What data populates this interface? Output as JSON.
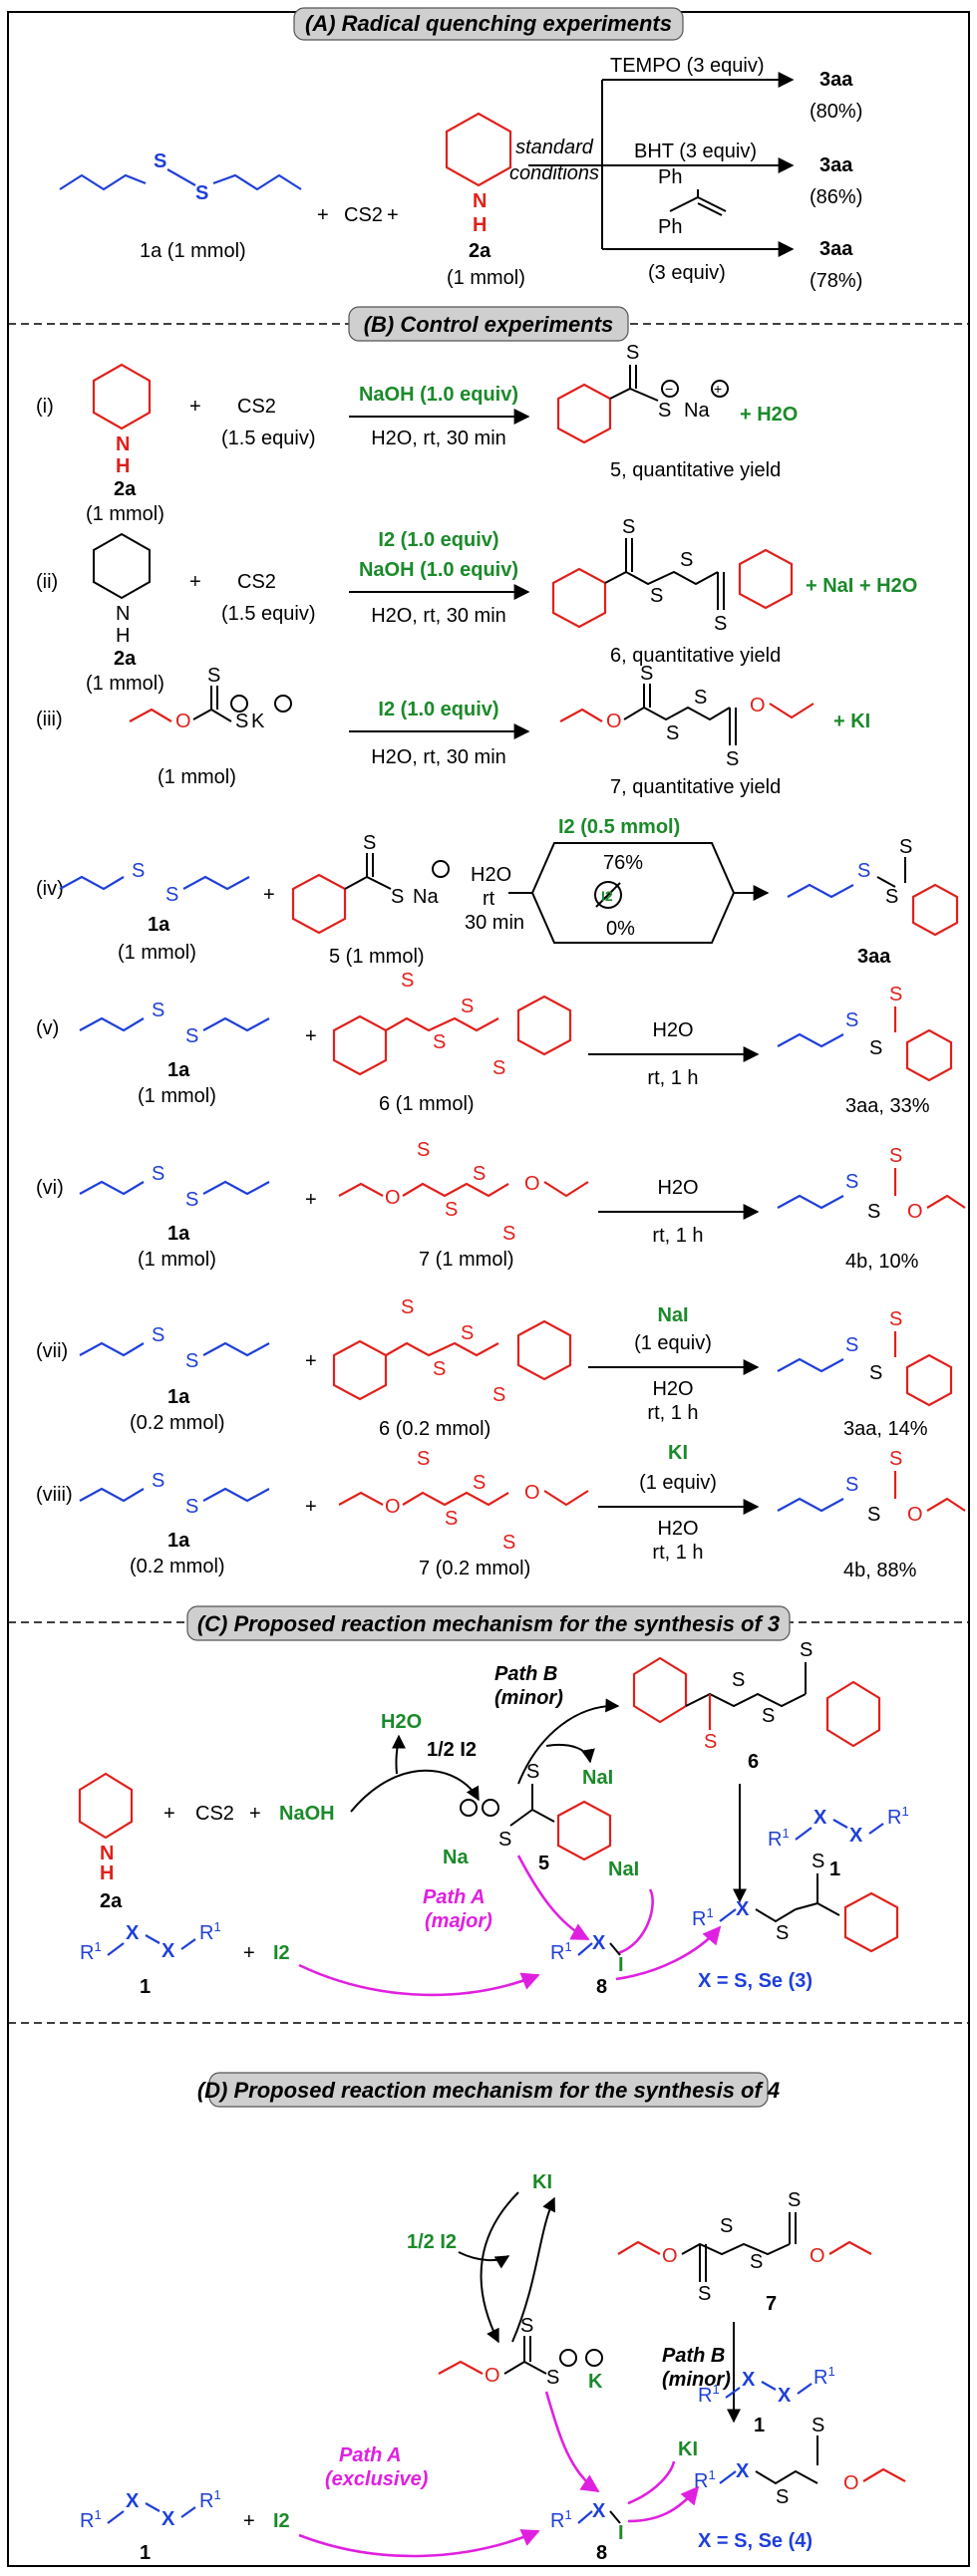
{
  "sections": {
    "A": {
      "title": "(A) Radical quenching experiments",
      "reactant1": "1a (1 mmol)",
      "plus": "+",
      "cs2": "CS2",
      "reactant2_label": "2a",
      "reactant2_amount": "(1 mmol)",
      "conditions_line1": "standard",
      "conditions_line2": "conditions",
      "quenchers": [
        {
          "label": "TEMPO (3 equiv)",
          "product": "3aa",
          "yield": "(80%)"
        },
        {
          "label": "BHT (3 equiv)",
          "product": "3aa",
          "yield": "(86%)"
        },
        {
          "label": "(3 equiv)",
          "product": "3aa",
          "yield": "(78%)"
        }
      ],
      "ph": "Ph"
    },
    "B": {
      "title": "(B) Control experiments",
      "rows": [
        {
          "num": "(i)",
          "left_label": "2a",
          "left_amount": "(1 mmol)",
          "reagent2": "CS2",
          "reagent2_amount": "(1.5 equiv)",
          "above": [
            "NaOH (1.0 equiv)"
          ],
          "below": [
            "H2O, rt, 30 min"
          ],
          "product": "5, quantitative yield",
          "byproducts": "+ H2O"
        },
        {
          "num": "(ii)",
          "left_label": "2a",
          "left_amount": "(1 mmol)",
          "reagent2": "CS2",
          "reagent2_amount": "(1.5 equiv)",
          "above": [
            "I2 (1.0 equiv)",
            "NaOH (1.0 equiv)"
          ],
          "below": [
            "H2O, rt, 30 min"
          ],
          "product": "6, quantitative yield",
          "byproducts": "+ NaI + H2O"
        },
        {
          "num": "(iii)",
          "left_amount": "(1 mmol)",
          "above": [
            "I2 (1.0 equiv)"
          ],
          "below": [
            "H2O, rt, 30 min"
          ],
          "product": "7, quantitative yield",
          "byproducts": "+ KI"
        },
        {
          "num": "(iv)",
          "left_label": "1a",
          "left_amount": "(1 mmol)",
          "reagent2": "5 (1 mmol)",
          "above": [
            "I2 (0.5 mmol)"
          ],
          "conds": [
            "H2O",
            "rt",
            "30 min"
          ],
          "yield_top": "76%",
          "yield_bottom": "0%",
          "product": "3aa"
        },
        {
          "num": "(v)",
          "left_label": "1a",
          "left_amount": "(1 mmol)",
          "reagent2": "6 (1 mmol)",
          "above": [
            "H2O"
          ],
          "below": [
            "rt, 1 h"
          ],
          "product": "3aa, 33%"
        },
        {
          "num": "(vi)",
          "left_label": "1a",
          "left_amount": "(1 mmol)",
          "reagent2": "7 (1 mmol)",
          "above": [
            "H2O"
          ],
          "below": [
            "rt, 1 h"
          ],
          "product": "4b, 10%"
        },
        {
          "num": "(vii)",
          "left_label": "1a",
          "left_amount": "(0.2 mmol)",
          "reagent2": "6 (0.2 mmol)",
          "above": [
            "NaI",
            "(1 equiv)"
          ],
          "below": [
            "H2O",
            "rt, 1 h"
          ],
          "product": "3aa, 14%"
        },
        {
          "num": "(viii)",
          "left_label": "1a",
          "left_amount": "(0.2 mmol)",
          "reagent2": "7 (0.2 mmol)",
          "above": [
            "KI",
            "(1 equiv)"
          ],
          "below": [
            "H2O",
            "rt, 1 h"
          ],
          "product": "4b, 88%"
        }
      ]
    },
    "C": {
      "title": "(C) Proposed reaction mechanism for the synthesis of 3",
      "h2o": "H2O",
      "path_b": "Path B",
      "minor": "(minor)",
      "half_i2": "1/2 I2",
      "nai": "NaI",
      "cpd_6": "6",
      "cpd_5": "5",
      "cpd_1": "1",
      "cpd_2a": "2a",
      "cpd_8": "8",
      "na": "Na",
      "naoh": "NaOH",
      "cs2": "CS2",
      "path_a": "Path A",
      "major": "(major)",
      "i2": "I2",
      "product_label": "X = S, Se (3)"
    },
    "D": {
      "title": "(D) Proposed reaction mechanism for the synthesis of 4",
      "ki": "KI",
      "half_i2": "1/2 I2",
      "cpd_7": "7",
      "path_b": "Path B",
      "minor": "(minor)",
      "cpd_1": "1",
      "k": "K",
      "path_a": "Path A",
      "exclusive": "(exclusive)",
      "i2": "I2",
      "cpd_8": "8",
      "product_label": "X = S, Se (4)"
    }
  },
  "colors": {
    "green": "#1b8a2a",
    "red": "#e0201b",
    "blue": "#1f3fd8",
    "magenta": "#e020e0",
    "header_bg": "#cfcfcf"
  }
}
